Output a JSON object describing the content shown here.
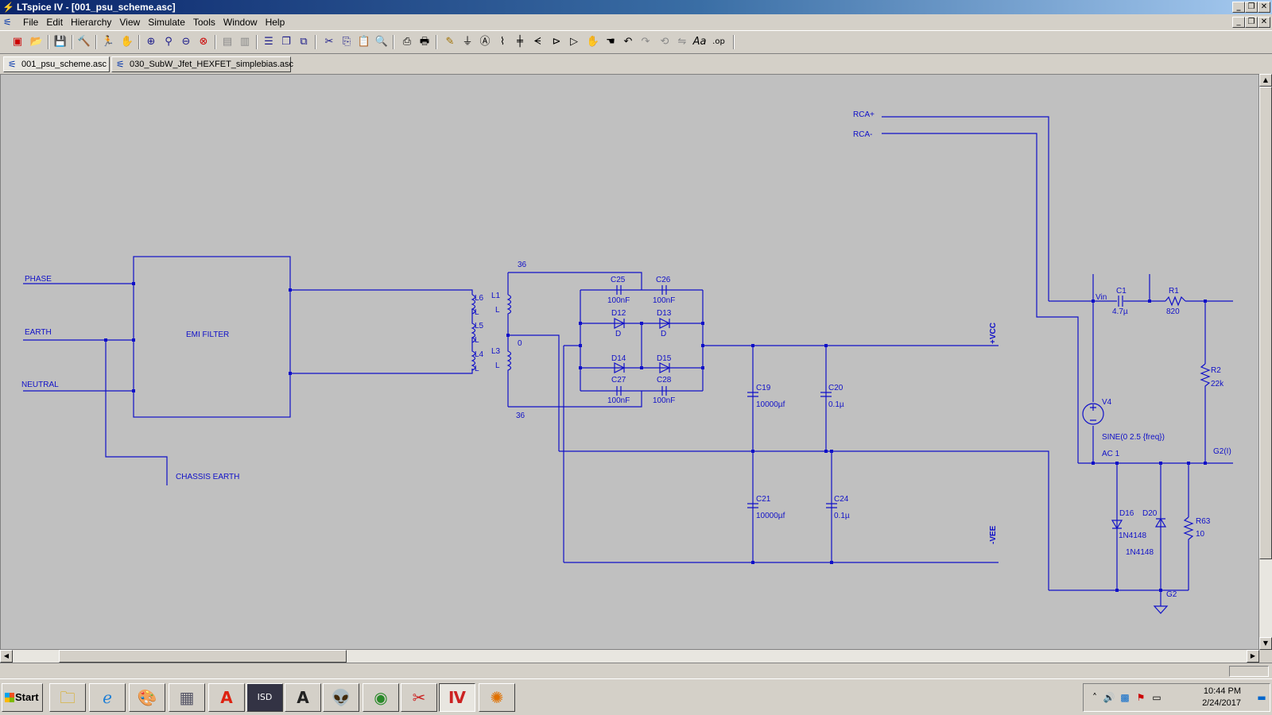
{
  "window": {
    "title": "LTspice IV - [001_psu_scheme.asc]"
  },
  "menu": [
    "File",
    "Edit",
    "Hierarchy",
    "View",
    "Simulate",
    "Tools",
    "Window",
    "Help"
  ],
  "tabs": [
    {
      "label": "001_psu_scheme.asc",
      "active": true
    },
    {
      "label": "030_SubW_Jfet_HEXFET_simplebias.asc",
      "active": false
    }
  ],
  "toolbar_icons": [
    "new-schematic",
    "open",
    "save",
    "control-panel",
    "run",
    "halt",
    "zoom-in",
    "pan",
    "zoom-out",
    "zoom-fit",
    "tile-horizontal",
    "tile-vertical",
    "cascade",
    "close-all",
    "cut",
    "copy",
    "paste",
    "find",
    "print-setup",
    "print",
    "draw-wire",
    "ground",
    "label-net",
    "resistor",
    "capacitor",
    "inductor",
    "diode",
    "component",
    "move",
    "drag",
    "undo",
    "redo",
    "rotate",
    "mirror",
    "text",
    "spice-directive"
  ],
  "schematic": {
    "net_labels": {
      "phase": "PHASE",
      "earth": "EARTH",
      "neutral": "NEUTRAL",
      "chassis_earth": "CHASSIS EARTH",
      "rca_plus": "RCA+",
      "rca_minus": "RCA-",
      "vcc": "+VCC",
      "vee": "-VEE",
      "g2_i": "G2(I)",
      "g2": "G2",
      "vin": "Vin",
      "n36_top": "36",
      "n0": "0",
      "n36_bot": "36"
    },
    "emi_filter": "EMI FILTER",
    "inductors": [
      {
        "name": "L6",
        "value": "L"
      },
      {
        "name": "L5",
        "value": "L"
      },
      {
        "name": "L4",
        "value": "L"
      },
      {
        "name": "L1",
        "value": "L"
      },
      {
        "name": "L3",
        "value": "L"
      }
    ],
    "bridge": {
      "c25": {
        "name": "C25",
        "value": "100nF"
      },
      "c26": {
        "name": "C26",
        "value": "100nF"
      },
      "d12": {
        "name": "D12",
        "value": "D"
      },
      "d13": {
        "name": "D13",
        "value": "D"
      },
      "d14": {
        "name": "D14",
        "value": ""
      },
      "d15": {
        "name": "D15",
        "value": ""
      },
      "c27": {
        "name": "C27",
        "value": "100nF"
      },
      "c28": {
        "name": "C28",
        "value": "100nF"
      }
    },
    "filter_caps": {
      "c19": {
        "name": "C19",
        "value": "10000µf"
      },
      "c20": {
        "name": "C20",
        "value": "0.1µ"
      },
      "c21": {
        "name": "C21",
        "value": "10000µf"
      },
      "c24": {
        "name": "C24",
        "value": "0.1µ"
      }
    },
    "input_stage": {
      "c1": {
        "name": "C1",
        "value": "4.7µ"
      },
      "r1": {
        "name": "R1",
        "value": "820"
      },
      "r2": {
        "name": "R2",
        "value": "22k"
      },
      "v4": {
        "name": "V4",
        "value": "SINE(0 2.5 {freq})",
        "ac": "AC 1"
      },
      "d16": {
        "name": "D16",
        "value": "1N4148"
      },
      "d20": {
        "name": "D20",
        "value": "1N4148"
      },
      "r63": {
        "name": "R63",
        "value": "10"
      }
    }
  },
  "taskbar": {
    "start": "Start",
    "apps": [
      "file-explorer",
      "internet-explorer",
      "paint",
      "calculator",
      "autocad",
      "winisd",
      "adobe-audition",
      "alien-app",
      "chrome",
      "snipping-tool",
      "ltspice",
      "media-app"
    ],
    "time": "10:44 PM",
    "date": "2/24/2017"
  },
  "colors": {
    "wire": "#1010c8",
    "canvas": "#c0c0c0",
    "title_start": "#0a246a",
    "title_end": "#a6caf0"
  }
}
